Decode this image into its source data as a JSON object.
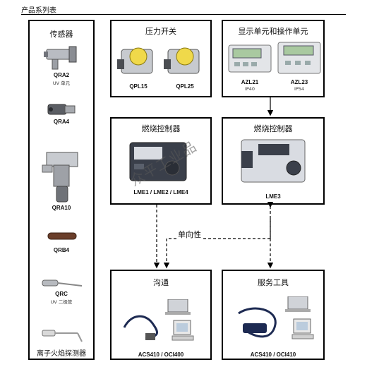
{
  "page_title": "产品系列表",
  "sensors": {
    "title": "传感器",
    "items": [
      {
        "label": "QRA2",
        "sub": "UV 单元"
      },
      {
        "label": "QRA4",
        "sub": ""
      },
      {
        "label": "QRA10",
        "sub": ""
      },
      {
        "label": "QRB4",
        "sub": ""
      },
      {
        "label": "QRC",
        "sub": "UV 二极管"
      }
    ],
    "footer": "离子火焰探测器"
  },
  "pressure_switches": {
    "title": "压力开关",
    "items": [
      "QPL15",
      "QPL25"
    ]
  },
  "display_units": {
    "title": "显示单元和操作单元",
    "items": [
      {
        "label": "AZL21",
        "sub": "IP40"
      },
      {
        "label": "AZL23",
        "sub": "IP54"
      }
    ]
  },
  "burner_controller_left": {
    "title": "燃烧控制器",
    "label": "LME1 / LME2 / LME4"
  },
  "burner_controller_right": {
    "title": "燃烧控制器",
    "label": "LME3"
  },
  "connector_label": "单向性",
  "communication": {
    "title": "沟通",
    "label": "ACS410 / OCI400"
  },
  "service_tools": {
    "title": "服务工具",
    "label": "ACS410 / OCI410"
  },
  "watermark": "众平工业品",
  "colors": {
    "border": "#000000",
    "device_body": "#3a3f4a",
    "device_light": "#d9dce2",
    "lcd": "#a9c9a0",
    "cable": "#1d2a52"
  }
}
